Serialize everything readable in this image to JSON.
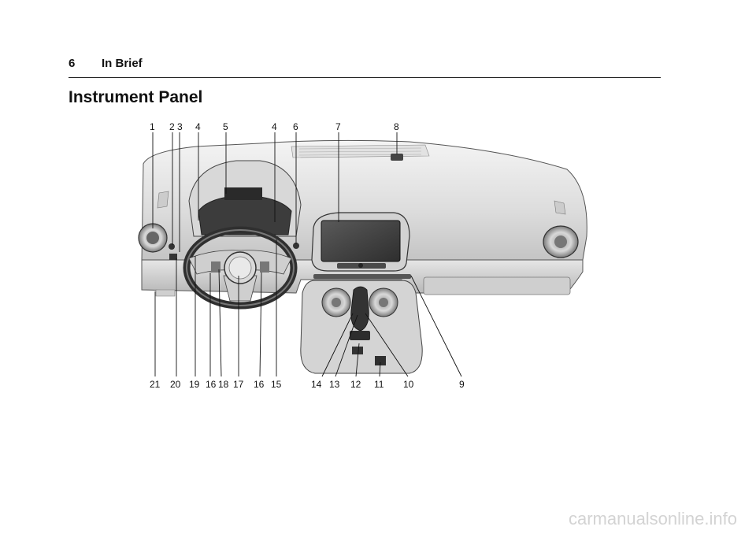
{
  "header": {
    "page_number": "6",
    "section": "In Brief"
  },
  "page_title": "Instrument Panel",
  "figure": {
    "callouts_top": [
      "1",
      "2",
      "3",
      "4",
      "5",
      "4",
      "6",
      "7",
      "8"
    ],
    "callouts_bottom": [
      "21",
      "20",
      "19",
      "16",
      "18",
      "17",
      "16",
      "15",
      "14",
      "13",
      "12",
      "11",
      "10",
      "9"
    ]
  },
  "watermark": "carmanualsonline.info",
  "colors": {
    "ink": "#111111",
    "panel": "#e9e9e9",
    "shade": "#bdbdbd",
    "dark": "#3a3a3a"
  }
}
